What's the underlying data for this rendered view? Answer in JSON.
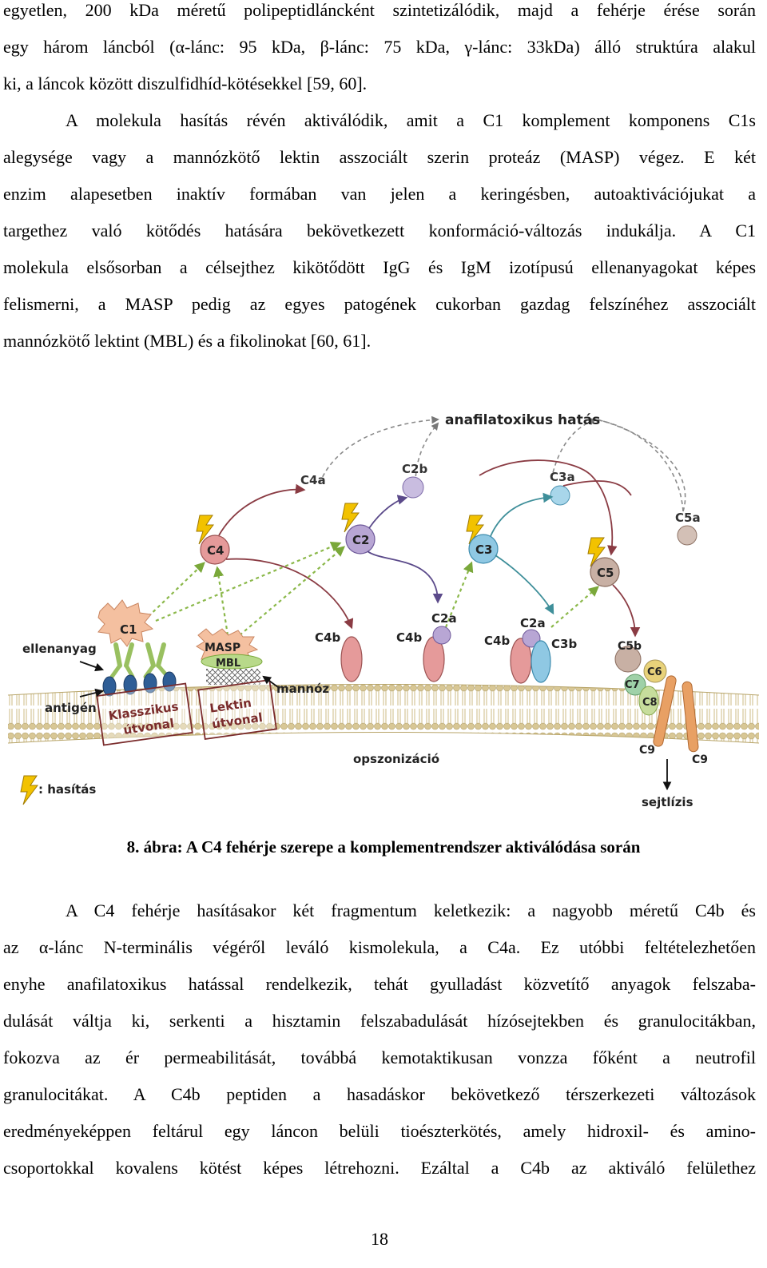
{
  "paragraph1": {
    "lines": [
      "egyetlen, 200 kDa méretű polipeptidláncként szintetizálódik, majd a fehérje érése során",
      "egy három láncból (α-lánc: 95 kDa, β-lánc: 75 kDa, γ-lánc: 33kDa) álló struktúra alakul",
      "ki, a láncok között diszulfidhíd-kötésekkel [59, 60].",
      "A molekula hasítás révén aktiválódik, amit a C1 komplement komponens C1s",
      "alegysége vagy a mannózkötő lektin asszociált szerin proteáz (MASP) végez. E két",
      "enzim alapesetben inaktív formában van jelen a keringésben, autoaktivációjukat a",
      "targethez való kötődés hatására bekövetkezett konformáció-változás indukálja. A C1",
      "molekula elsősorban a célsejthez kikötődött IgG és IgM izotípusú ellenanyagokat képes",
      "felismerni, a MASP pedig az egyes patogének cukorban gazdag felszínéhez asszociált",
      "mannózkötő lektint (MBL) és a fikolinokat [60, 61]."
    ]
  },
  "figure": {
    "labels": {
      "anaphylatoxic": "anafilatoxikus hatás",
      "c4a": "C4a",
      "c2b": "C2b",
      "c3a": "C3a",
      "c5a": "C5a",
      "c4": "C4",
      "c2": "C2",
      "c3": "C3",
      "c5": "C5",
      "c1": "C1",
      "masp": "MASP",
      "mbl": "MBL",
      "antibody": "ellenanyag",
      "antigen": "antigén",
      "mannose": "mannóz",
      "classical_1": "Klasszikus",
      "classical_2": "útvonal",
      "lectin_1": "Lektin",
      "lectin_2": "útvonal",
      "c4b_1": "C4b",
      "c4b_2": "C4b",
      "c2a_1": "C2a",
      "c4b_3": "C4b",
      "c2a_2": "C2a",
      "c3b": "C3b",
      "c5b": "C5b",
      "c6": "C6",
      "c7": "C7",
      "c8": "C8",
      "c9a": "C9",
      "c9b": "C9",
      "opsonization": "opszonizáció",
      "cleavage": ": hasítás",
      "lysis": "sejtlízis"
    },
    "colors": {
      "c4": "#e59a9a",
      "c2": "#b8a6d4",
      "c3": "#8fc8e3",
      "c5": "#c8b0a4",
      "lightning": "#f2c200",
      "membrane": "#d9c48c",
      "arrow_red": "#8a3b43",
      "arrow_purple": "#5b4a8a",
      "arrow_teal": "#3f8f9a",
      "green_dash": "#8bb84a"
    }
  },
  "caption": "8. ábra: A C4 fehérje szerepe a komplementrendszer aktiválódása során",
  "paragraph2": {
    "lines": [
      "A C4 fehérje hasításakor két fragmentum keletkezik: a nagyobb méretű C4b és",
      "az α-lánc N-terminális végéről leváló kismolekula, a C4a. Ez utóbbi feltételezhetően",
      "enyhe anafilatoxikus hatással rendelkezik, tehát gyulladást közvetítő anyagok felszaba-",
      "dulását váltja ki, serkenti a hisztamin felszabadulását hízósejtekben és granulocitákban,",
      "fokozva az ér permeabilitását, továbbá kemotaktikusan vonzza főként a neutrofil",
      "granulocitákat. A C4b peptiden a hasadáskor bekövetkező térszerkezeti változások",
      "eredményeképpen feltárul egy láncon belüli tioészterkötés, amely hidroxil- és amino-",
      "csoportokkal kovalens kötést képes létrehozni. Ezáltal a C4b az aktiváló felülethez"
    ]
  },
  "page_number": "18"
}
